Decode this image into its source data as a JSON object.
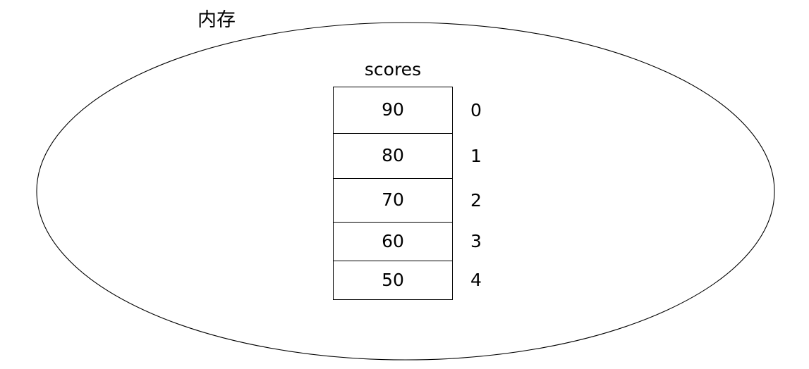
{
  "diagram": {
    "container_label": "内存",
    "array_name": "scores",
    "stroke_color": "#000000",
    "background_color": "#ffffff",
    "text_color": "#000000",
    "cells": [
      {
        "value": "90",
        "index": "0"
      },
      {
        "value": "80",
        "index": "1"
      },
      {
        "value": "70",
        "index": "2"
      },
      {
        "value": "60",
        "index": "3"
      },
      {
        "value": "50",
        "index": "4"
      }
    ]
  }
}
